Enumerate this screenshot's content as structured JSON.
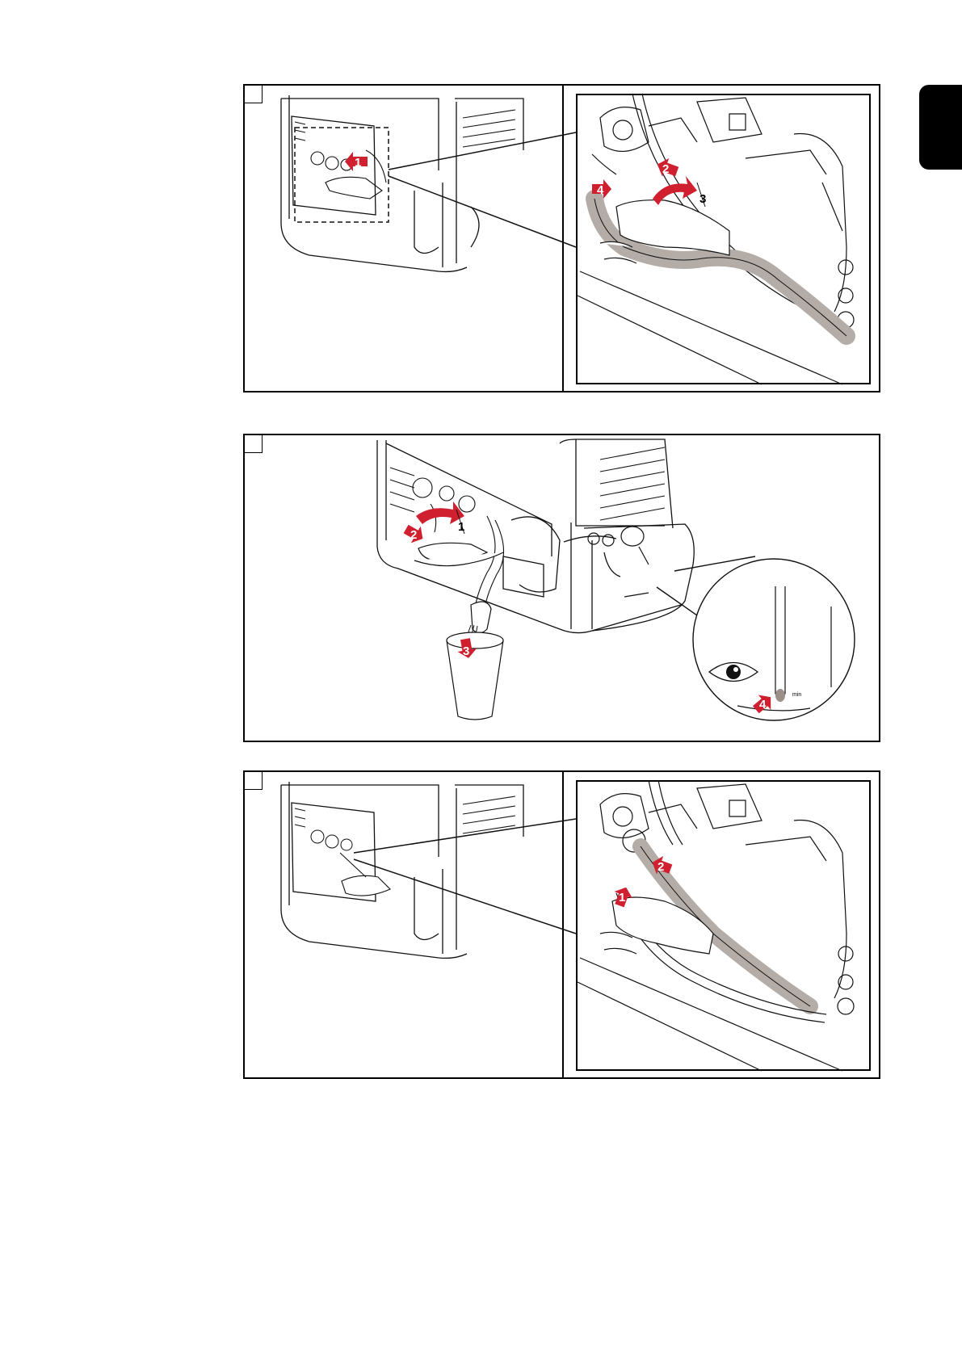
{
  "side_tab": {
    "color": "#000000"
  },
  "colors": {
    "accent": "#d0202f",
    "hose": "#b3aca7",
    "line": "#111111"
  },
  "figures": [
    {
      "name": "figure-1",
      "steps": [
        {
          "id": "1",
          "label": "1"
        },
        {
          "id": "2",
          "label": "2"
        },
        {
          "id": "3",
          "label": "3"
        },
        {
          "id": "4",
          "label": "4"
        }
      ]
    },
    {
      "name": "figure-2",
      "steps": [
        {
          "id": "1",
          "label": "1"
        },
        {
          "id": "2",
          "label": "2"
        },
        {
          "id": "3",
          "label": "3"
        },
        {
          "id": "4",
          "label": "4"
        }
      ],
      "gauge_label": "min",
      "eye_icon": "eye-icon"
    },
    {
      "name": "figure-3",
      "steps": [
        {
          "id": "1",
          "label": "1"
        },
        {
          "id": "2",
          "label": "2"
        }
      ]
    }
  ]
}
